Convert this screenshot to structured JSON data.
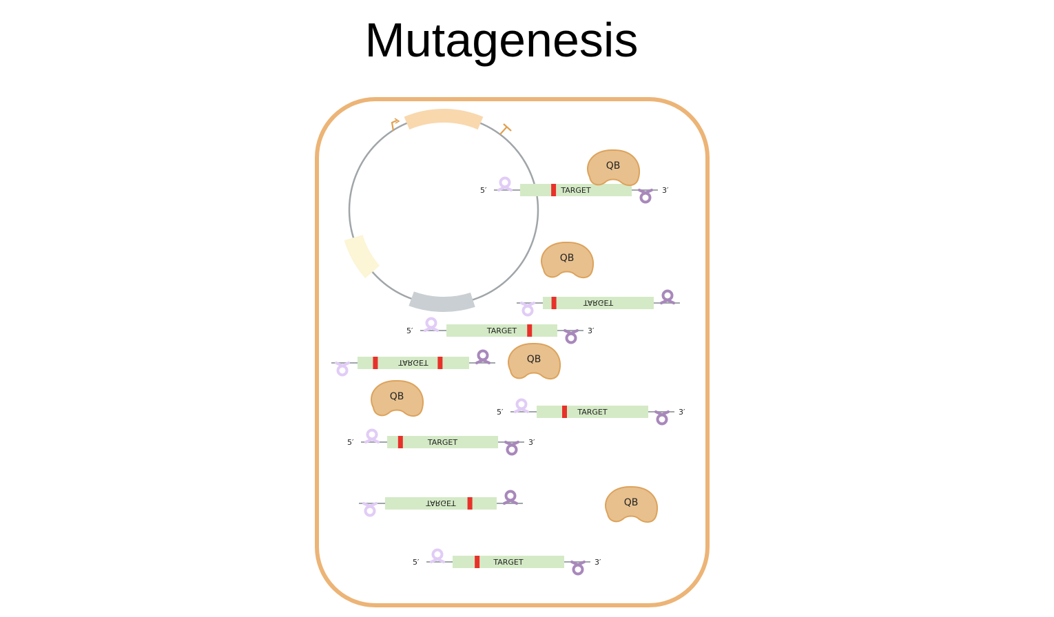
{
  "title": "Mutagenesis",
  "colors": {
    "cell_border": "#ECB476",
    "plasmid_backbone": "#9FA5A8",
    "promoter_segment": "#F9D8AE",
    "marker_segment": "#FCF5D6",
    "origin_segment": "#C9CFD2",
    "promoter_symbol": "#E0A050",
    "target_fill": "#D4EAC6",
    "mutation": "#E8312A",
    "strand_line": "#9FA5A8",
    "loop_5prime": "#E1CCF6",
    "loop_3prime": "#A888BB",
    "qb_fill": "#E7C08E",
    "qb_stroke": "#DDA25A"
  },
  "plasmid": {
    "name": "plasmid",
    "features": [
      "promoter-arrow",
      "gene-segment",
      "terminator",
      "origin-segment",
      "marker-segment"
    ]
  },
  "qb_proteins": [
    {
      "label": "QB"
    },
    {
      "label": "QB"
    },
    {
      "label": "QB"
    },
    {
      "label": "QB"
    },
    {
      "label": "QB"
    }
  ],
  "strands": [
    {
      "label": "TARGET",
      "orientation": "forward",
      "end5": "5′",
      "end3": "3′",
      "mutations": [
        0.3
      ]
    },
    {
      "label": "TARGET",
      "orientation": "reverse",
      "end5": "",
      "end3": "",
      "mutations": [
        0.1
      ]
    },
    {
      "label": "TARGET",
      "orientation": "forward",
      "end5": "5′",
      "end3": "3′",
      "mutations": [
        0.75
      ]
    },
    {
      "label": "TARGET",
      "orientation": "reverse",
      "end5": "",
      "end3": "",
      "mutations": [
        0.16,
        0.74
      ]
    },
    {
      "label": "TARGET",
      "orientation": "forward",
      "end5": "5′",
      "end3": "3′",
      "mutations": [
        0.25
      ]
    },
    {
      "label": "TARGET",
      "orientation": "forward",
      "end5": "5′",
      "end3": "3′",
      "mutations": [
        0.12
      ]
    },
    {
      "label": "TARGET",
      "orientation": "reverse",
      "end5": "",
      "end3": "",
      "mutations": [
        0.76
      ]
    },
    {
      "label": "TARGET",
      "orientation": "forward",
      "end5": "5′",
      "end3": "3′",
      "mutations": [
        0.22
      ]
    }
  ]
}
